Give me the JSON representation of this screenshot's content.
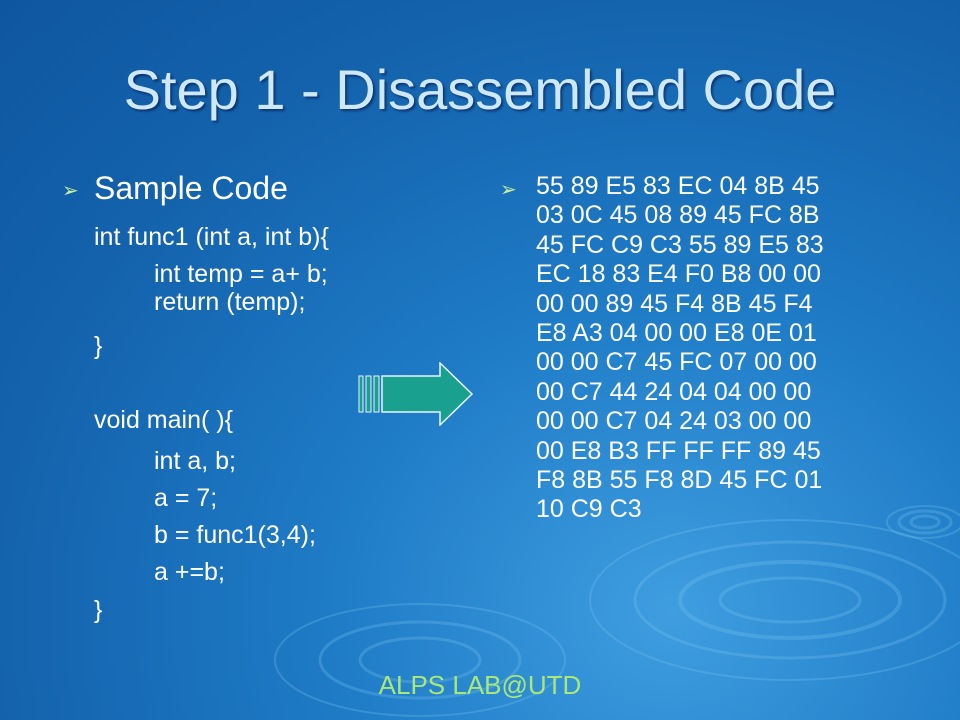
{
  "slide": {
    "title": "Step 1 - Disassembled Code",
    "left": {
      "bullet_glyph": "➢",
      "heading": "Sample Code",
      "code": [
        "int func1 (int a, int b){",
        "int temp = a+ b;",
        "return (temp);",
        "}",
        "void main( ){",
        "int a, b;",
        "a = 7;",
        "b = func1(3,4);",
        "a +=b;",
        "}"
      ]
    },
    "right": {
      "bullet_glyph": "➢",
      "hex_lines": [
        "55 89 E5 83 EC 04 8B 45",
        "03 0C 45 08 89 45 FC 8B",
        "45 FC C9 C3 55 89 E5 83",
        "EC 18 83 E4 F0 B8 00 00",
        "00 00 89 45 F4 8B 45 F4",
        "E8 A3 04 00 00 E8 0E 01",
        "00 00 C7 45 FC 07 00 00",
        "00 C7 44 24 04 04 00 00",
        "00 00 C7 04 24 03 00 00",
        "00 E8 B3 FF FF FF 89 45",
        "F8 8B 55 F8 8D 45 FC 01",
        "10 C9 C3"
      ]
    },
    "arrow_icon": "right-arrow-icon",
    "footer": "ALPS LAB@UTD",
    "colors": {
      "background": "#1a6fbe",
      "title": "#cfe8f7",
      "bullet": "#c8f0a0",
      "arrow_fill": "#1aa08f",
      "footer": "#a8e878"
    }
  }
}
